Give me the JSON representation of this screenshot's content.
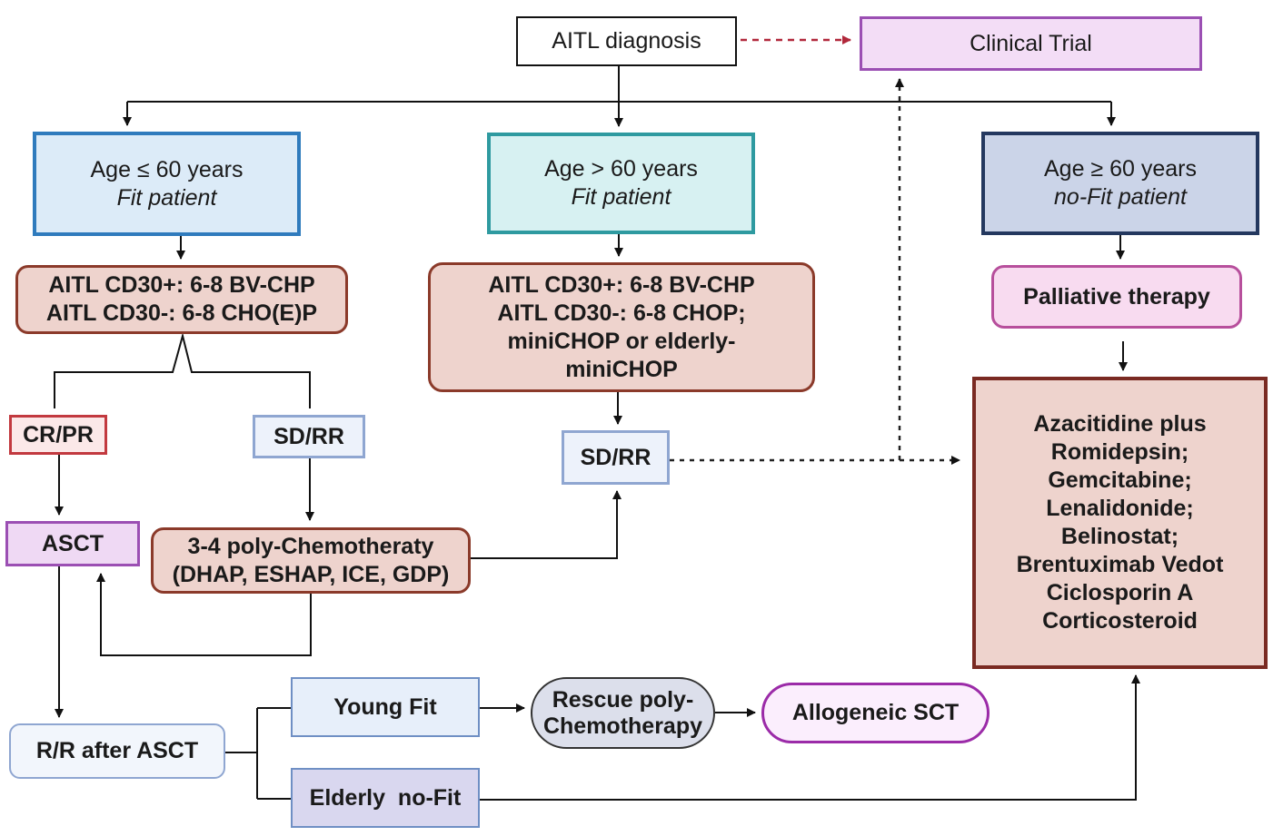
{
  "nodes": {
    "diagnosis": "AITL diagnosis",
    "clinical_trial": "Clinical Trial",
    "age_le60": {
      "line1": "Age ≤ 60 years",
      "line2": "Fit patient"
    },
    "age_gt60": {
      "line1": "Age > 60 years",
      "line2": "Fit patient"
    },
    "age_ge60_nofit": {
      "line1": "Age ≥ 60 years",
      "line2": "no-Fit patient"
    },
    "treatment_young": [
      "AITL CD30+: 6-8 BV-CHP",
      "AITL CD30-: 6-8 CHO(E)P"
    ],
    "treatment_older": [
      "AITL CD30+: 6-8 BV-CHP",
      "AITL CD30-: 6-8 CHOP;",
      "miniCHOP or elderly-",
      "miniCHOP"
    ],
    "palliative": "Palliative therapy",
    "cr_pr": "CR/PR",
    "sd_rr_left": "SD/RR",
    "sd_rr_mid": "SD/RR",
    "asct": "ASCT",
    "poly_chemo": [
      "3-4 poly-Chemotheraty",
      "(DHAP, ESHAP, ICE, GDP)"
    ],
    "salvage": [
      "Azacitidine plus",
      "Romidepsin;",
      "Gemcitabine;",
      "Lenalidonide;",
      "Belinostat;",
      "Brentuximab Vedot",
      "Ciclosporin A",
      "Corticosteroid"
    ],
    "rr_after_asct": "R/R after ASCT",
    "young_fit": "Young Fit",
    "elderly_nofit": "Elderly  no-Fit",
    "rescue": [
      "Rescue poly-",
      "Chemotherapy"
    ],
    "allogeneic": "Allogeneic SCT"
  },
  "colors": {
    "line": "#111111",
    "dashed_red": "#b1283b",
    "dotted": "#222222"
  }
}
